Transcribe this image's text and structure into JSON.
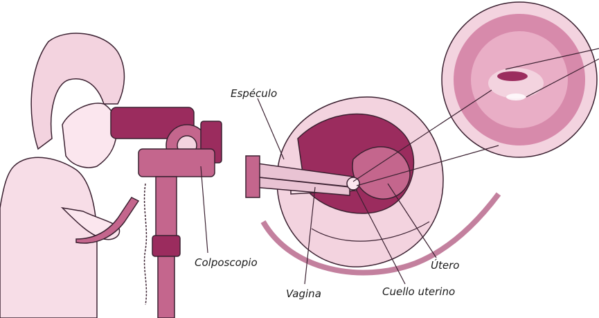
{
  "labels": {
    "speculum": "Espéculo",
    "colposcope": "Colposcopio",
    "vagina": "Vagina",
    "cervix": "Cuello uterino",
    "uterus": "Útero"
  },
  "colors": {
    "primary": "#9b2c5e",
    "light": "#f3d3df",
    "mid": "#c4668d",
    "dark": "#6e1b42",
    "outline": "#3a2030"
  }
}
